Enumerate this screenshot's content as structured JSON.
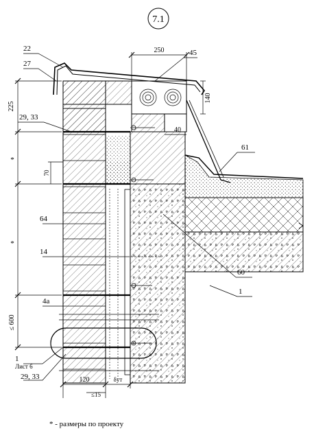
{
  "detail_number": "7.1",
  "dimensions": {
    "width_top": "250",
    "height_right": "140",
    "gap": "40",
    "height_upper": "225",
    "star_1": "*",
    "star_2": "*",
    "h70": "70",
    "le600": "≤ 600",
    "w120": "120",
    "delta": "δут",
    "le15": "≤15"
  },
  "callouts": {
    "c22": "22",
    "c27": "27",
    "c45": "45",
    "c2933_top": "29, 33",
    "c61": "61",
    "c64": "64",
    "c14": "14",
    "c60": "60",
    "c1": "1",
    "c4a": "4а",
    "c1_sheet_num": "1",
    "c1_sheet_text": "Лист 6",
    "c2933_bottom": "29, 33"
  },
  "footnote": "* - размеры по проекту"
}
